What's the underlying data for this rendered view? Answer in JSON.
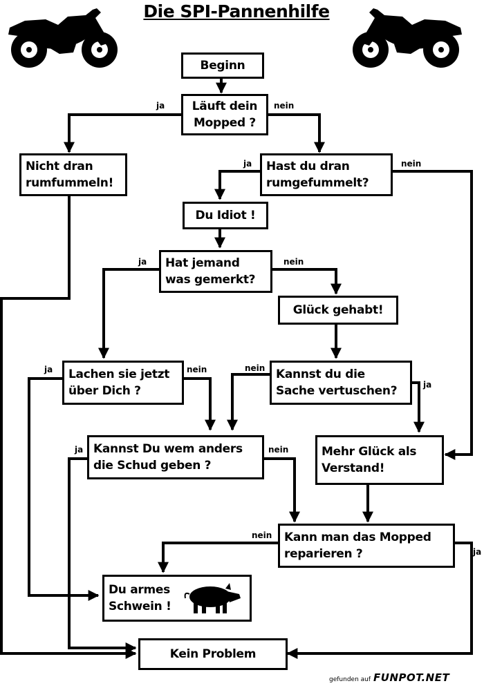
{
  "title": "Die SPI-Pannenhilfe",
  "nodes": {
    "beginn": [
      "Beginn"
    ],
    "laeuft": [
      "Läuft dein",
      "Mopped ?"
    ],
    "nicht_dran": [
      "Nicht dran",
      "rumfummeln!"
    ],
    "hast_du": [
      "Hast du dran",
      "rumgefummelt?"
    ],
    "idiot": [
      "Du Idiot !"
    ],
    "hat_jemand": [
      "Hat jemand",
      "was gemerkt?"
    ],
    "glueck": [
      "Glück gehabt!"
    ],
    "lachen": [
      "Lachen sie jetzt",
      "über Dich ?"
    ],
    "vertuschen": [
      "Kannst du die",
      "Sache vertuschen?"
    ],
    "schuld": [
      "Kannst Du wem anders",
      "die Schud geben ?"
    ],
    "mehr_glueck": [
      "Mehr Glück als",
      "Verstand!"
    ],
    "reparieren": [
      "Kann man das Mopped",
      "reparieren ?"
    ],
    "schwein": [
      "Du armes",
      "Schwein !"
    ],
    "kein_problem": [
      "Kein Problem"
    ]
  },
  "labels": {
    "ja": "ja",
    "nein": "nein"
  },
  "icons": {
    "motorcycle": "motorcycle-icon",
    "pig": "pig-icon"
  },
  "footer": {
    "prefix": "gefunden auf",
    "brand": "FUNPOT.NET"
  }
}
